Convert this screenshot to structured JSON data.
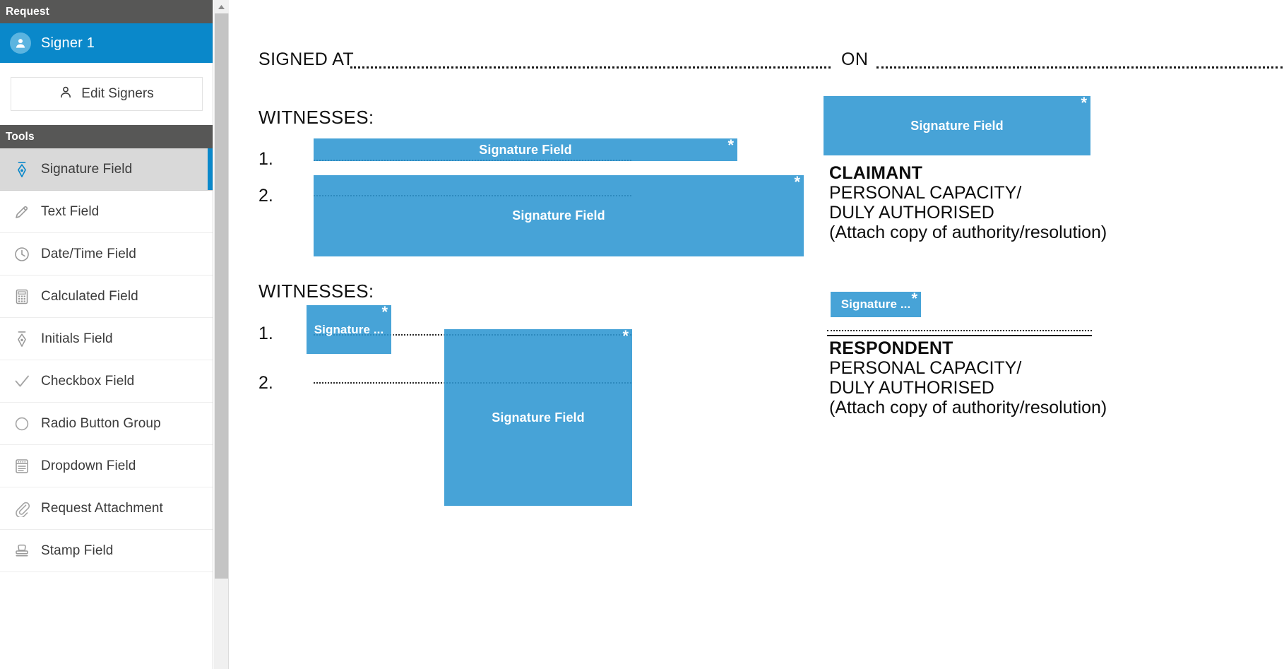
{
  "sidebar": {
    "request_header": "Request",
    "signer": {
      "name": "Signer 1",
      "icon": "user-avatar-icon"
    },
    "edit_signers": {
      "label": "Edit Signers",
      "icon": "user-icon"
    },
    "tools_header": "Tools",
    "tools": [
      {
        "label": "Signature Field",
        "icon": "signature-pen-icon",
        "selected": true
      },
      {
        "label": "Text Field",
        "icon": "pencil-icon",
        "selected": false
      },
      {
        "label": "Date/Time Field",
        "icon": "clock-icon",
        "selected": false
      },
      {
        "label": "Calculated Field",
        "icon": "calculator-icon",
        "selected": false
      },
      {
        "label": "Initials Field",
        "icon": "initials-pen-icon",
        "selected": false
      },
      {
        "label": "Checkbox Field",
        "icon": "checkmark-icon",
        "selected": false
      },
      {
        "label": "Radio Button Group",
        "icon": "radio-circle-icon",
        "selected": false
      },
      {
        "label": "Dropdown Field",
        "icon": "dropdown-list-icon",
        "selected": false
      },
      {
        "label": "Request Attachment",
        "icon": "paperclip-icon",
        "selected": false
      },
      {
        "label": "Stamp Field",
        "icon": "stamp-icon",
        "selected": false
      }
    ]
  },
  "colors": {
    "accent_blue": "#0a88ca",
    "field_blue": "#2e96d2",
    "header_gray": "#575756",
    "selected_gray": "#d9d9d9"
  },
  "document": {
    "signed_at_label": "SIGNED AT",
    "on_label": "ON",
    "witnesses_label_1": "WITNESSES:",
    "witnesses_label_2": "WITNESSES:",
    "numbers": {
      "one": "1.",
      "two": "2."
    },
    "claimant": {
      "title": "CLAIMANT",
      "line1": "PERSONAL CAPACITY/",
      "line2": "DULY AUTHORISED",
      "line3": "(Attach copy of authority/resolution)"
    },
    "respondent": {
      "title": "RESPONDENT",
      "line1": "PERSONAL CAPACITY/",
      "line2": "DULY AUTHORISED",
      "line3": "(Attach copy of authority/resolution)"
    },
    "fields": [
      {
        "id": "witness1-sig",
        "label": "Signature Field",
        "required_mark": "*"
      },
      {
        "id": "witness2-sig",
        "label": "Signature Field",
        "required_mark": "*"
      },
      {
        "id": "claimant-sig",
        "label": "Signature Field",
        "required_mark": "*"
      },
      {
        "id": "witness3-sig",
        "label": "Signature ...",
        "required_mark": "*"
      },
      {
        "id": "witness4-sig",
        "label": "Signature Field",
        "required_mark": "*"
      },
      {
        "id": "respondent-sig",
        "label": "Signature ...",
        "required_mark": "*"
      }
    ]
  },
  "scrollbar": {
    "up_arrow": "▲"
  }
}
